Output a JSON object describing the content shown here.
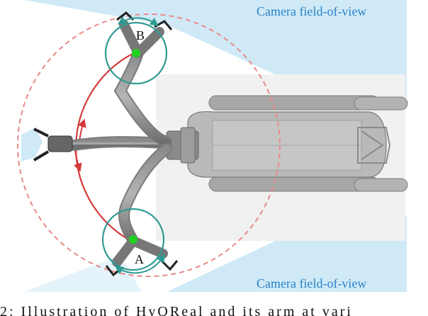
{
  "labels": {
    "camera_top": "Camera field-of-view",
    "camera_bottom": "Camera field-of-view",
    "point_a": "A",
    "point_b": "B"
  },
  "caption": "2: Illustration of HyQReal and its arm at vari",
  "colors": {
    "fov": "#cfeaf6",
    "arc_solid": "#d43a3a",
    "arc_dashed": "#e88a8a",
    "teal": "#2f9a94",
    "green_dot": "#1fd21f",
    "robot": "#9a9a9a"
  }
}
